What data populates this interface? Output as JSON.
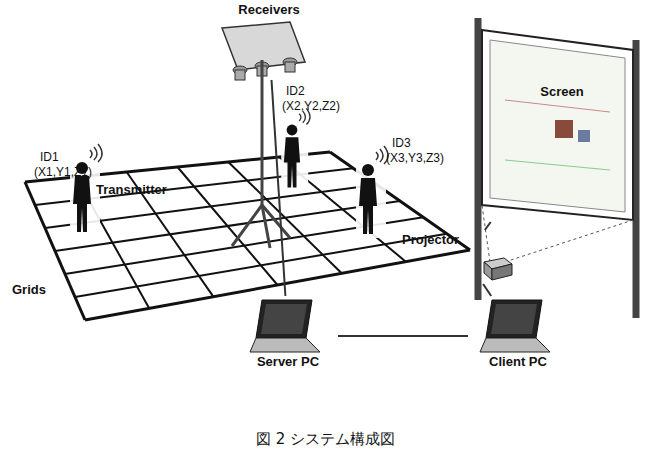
{
  "diagram": {
    "caption": "図 2 システム構成図",
    "nodes": [
      {
        "text": [
          "Receivers"
        ]
      },
      {
        "text": [
          "Server PC"
        ]
      },
      {
        "text": [
          "Client PC"
        ]
      },
      {
        "text": [
          "Projector"
        ]
      },
      {
        "text": [
          "Screen"
        ]
      }
    ],
    "edges": [
      {
        "from": 0,
        "to": 1,
        "arrow": "none"
      },
      {
        "from": 1,
        "to": 2,
        "arrow": "none"
      },
      {
        "from": 2,
        "to": 3,
        "arrow": "none"
      },
      {
        "from": 3,
        "to": 4,
        "arrow": "none"
      }
    ],
    "labels": [
      "ID1",
      "(X1,Y1,Z1)",
      "Transmitter",
      "ID2",
      "(X2,Y2,Z2)",
      "ID3",
      "(X3,Y3,Z3)",
      "Grids"
    ]
  }
}
